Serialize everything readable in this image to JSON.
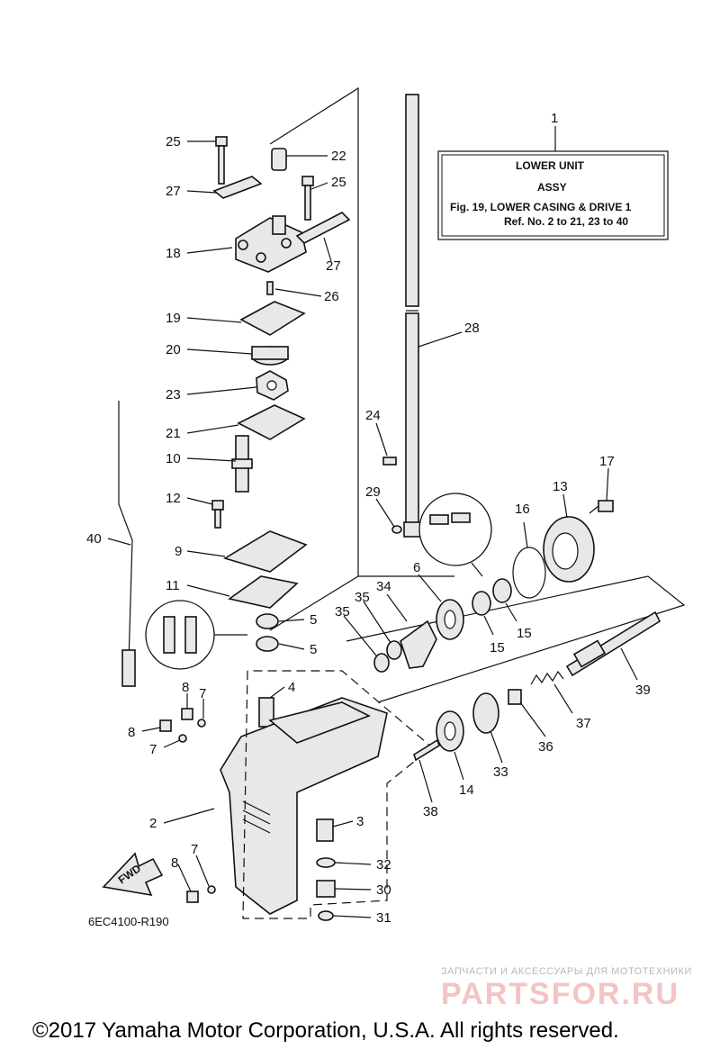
{
  "info_box": {
    "ref": "1",
    "line1": "LOWER UNIT",
    "line2": "ASSY",
    "line3": "Fig. 19, LOWER CASING & DRIVE 1",
    "line4": "Ref. No. 2 to 21, 23 to 40"
  },
  "callouts": [
    "25",
    "27",
    "18",
    "22",
    "25",
    "27",
    "26",
    "19",
    "20",
    "23",
    "21",
    "10",
    "12",
    "9",
    "11",
    "40",
    "5",
    "5",
    "4",
    "8",
    "7",
    "8",
    "7",
    "2",
    "3",
    "7",
    "8",
    "32",
    "30",
    "31",
    "28",
    "24",
    "29",
    "6",
    "34",
    "35",
    "35",
    "15",
    "15",
    "16",
    "13",
    "17",
    "39",
    "37",
    "36",
    "33",
    "14",
    "38"
  ],
  "fwd_label": "FWD",
  "drawing_code": "6EC4100-R190",
  "watermark": {
    "tagline": "ЗАПЧАСТИ И АКСЕССУАРЫ ДЛЯ МОТОТЕХНИКИ",
    "brand": "PARTSFOR.RU"
  },
  "copyright": "©2017 Yamaha Motor Corporation, U.S.A. All rights reserved."
}
